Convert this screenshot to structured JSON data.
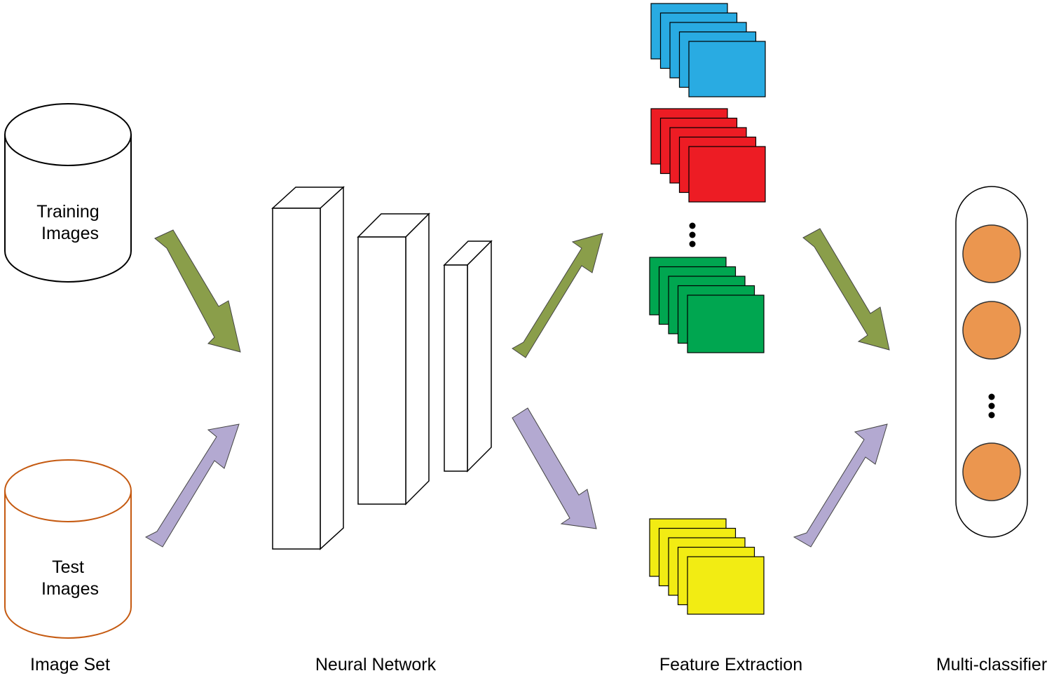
{
  "databases": {
    "training": {
      "line1": "Training",
      "line2": "Images",
      "stroke": "#000000"
    },
    "test": {
      "line1": "Test",
      "line2": "Images",
      "stroke": "#c55a11"
    }
  },
  "sections": {
    "image_set": "Image Set",
    "neural_network": "Neural Network",
    "feature_extraction": "Feature Extraction",
    "multi_classifier": "Multi-classifier"
  },
  "colors": {
    "train_arrow": "#8a9e4a",
    "test_arrow": "#b3a9d1",
    "feature_maps": [
      "#29abe2",
      "#ed1c24",
      "#00a650",
      "#f2ec13"
    ],
    "classifier_nodes": "#eb964f"
  }
}
